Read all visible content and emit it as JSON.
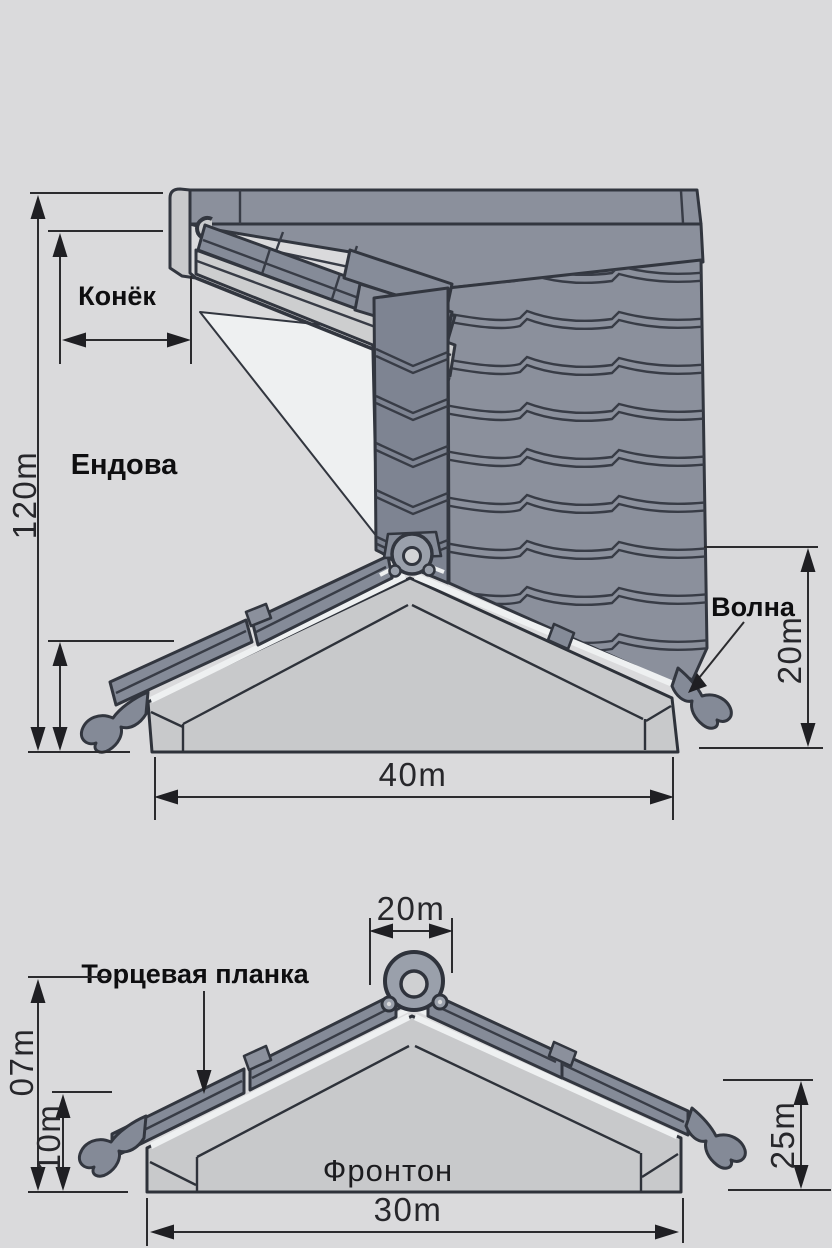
{
  "title": "Roofing elements diagram",
  "colors": {
    "background": "#dadadc",
    "tile": "#8b909c",
    "tile_dark": "#7e8492",
    "outline": "#32363f",
    "wall": "#c8c9cb",
    "fascia": "#cdcecf",
    "light_gap": "#eef0f1",
    "dimension": "#2b2b2e",
    "text": "#0e0e10"
  },
  "top_diagram": {
    "labels": {
      "ridge": "Конёк",
      "valley": "Ендова",
      "wave": "Волна"
    },
    "dimensions": {
      "total_height": "120m",
      "base_width": "40m",
      "eaves_height": "20m"
    }
  },
  "bottom_diagram": {
    "labels": {
      "end_plate": "Торцевая планка",
      "gable": "Фронтон"
    },
    "dimensions": {
      "ridge_width": "20m",
      "left_height": "07m",
      "left_lower_height": "10m",
      "right_height": "25m",
      "base_width": "30m"
    }
  }
}
